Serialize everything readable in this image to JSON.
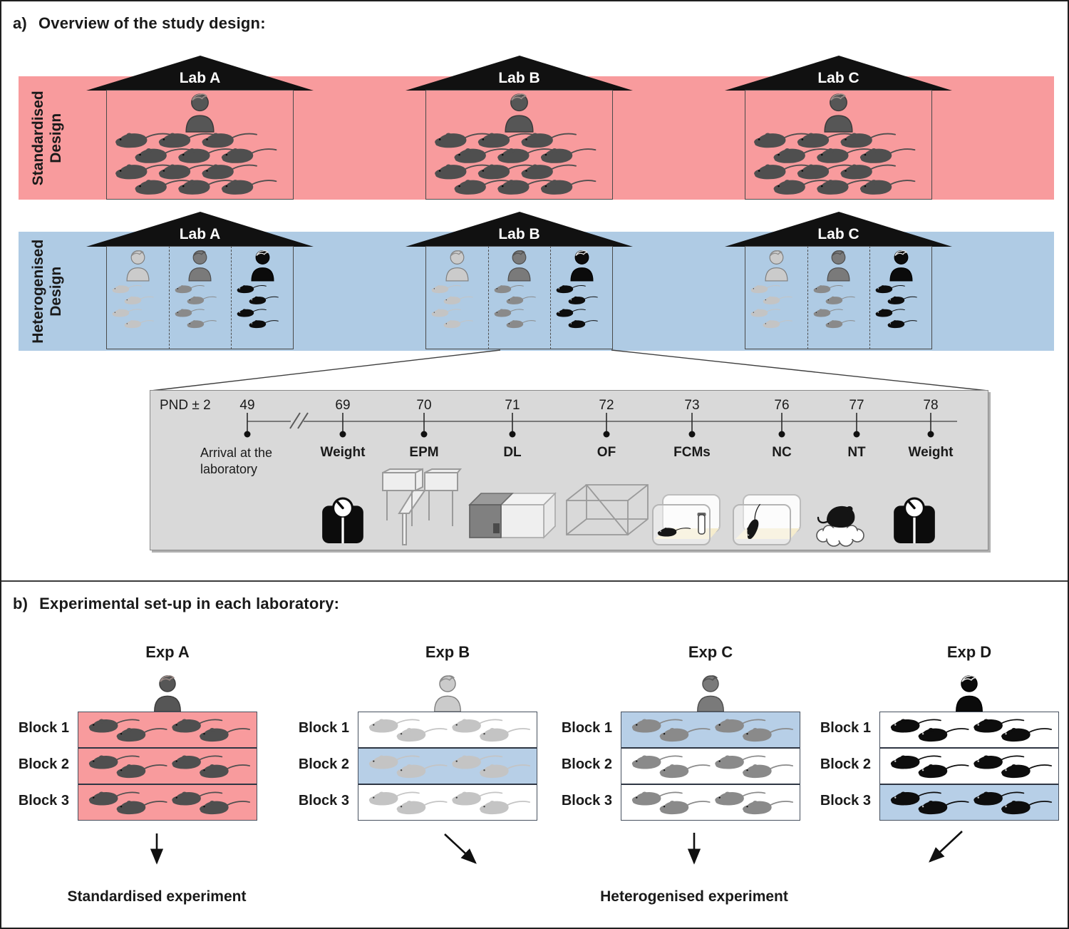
{
  "palette": {
    "standardised_band": "#F89B9D",
    "heterogenised_band": "#AFCBE4",
    "block_highlight_blue": "#B7CFE7",
    "timeline_box_grey": "#D9D9D9",
    "mouse_dark_grey": "#4F4F4F",
    "mouse_medium_grey": "#8A8A8A",
    "mouse_light_grey": "#C4C4C4",
    "mouse_black": "#0D0D0D"
  },
  "section_a": {
    "label": "a)",
    "title": "Overview of the study design:",
    "standardised_design_label": "Standardised\nDesign",
    "heterogenised_design_label": "Heterogenised\nDesign",
    "standardised_labs": [
      {
        "name": "Lab A",
        "experimenters": 1,
        "mice": 12
      },
      {
        "name": "Lab B",
        "experimenters": 1,
        "mice": 12
      },
      {
        "name": "Lab C",
        "experimenters": 1,
        "mice": 12
      }
    ],
    "heterogenised_labs": [
      {
        "name": "Lab A",
        "experimenters": 3,
        "mice_per_compartment": 4
      },
      {
        "name": "Lab B",
        "experimenters": 3,
        "mice_per_compartment": 4
      },
      {
        "name": "Lab C",
        "experimenters": 3,
        "mice_per_compartment": 4
      }
    ]
  },
  "timeline": {
    "pnd_label": "PND ± 2",
    "ticks": [
      {
        "day": "49",
        "label": "Arrival at the\nlaboratory"
      },
      {
        "day": "69",
        "label": "Weight"
      },
      {
        "day": "70",
        "label": "EPM"
      },
      {
        "day": "71",
        "label": "DL"
      },
      {
        "day": "72",
        "label": "OF"
      },
      {
        "day": "73",
        "label": "FCMs"
      },
      {
        "day": "76",
        "label": "NC"
      },
      {
        "day": "77",
        "label": "NT"
      },
      {
        "day": "78",
        "label": "Weight"
      }
    ],
    "icons": [
      "weight-scale",
      "elevated-plus-maze",
      "dark-light-box",
      "open-field",
      "fcm-sampling-cage",
      "nest-cage",
      "nest-with-mouse",
      "weight-scale"
    ]
  },
  "section_b": {
    "label": "b)",
    "title": "Experimental set-up in each laboratory:",
    "block_labels": [
      "Block 1",
      "Block 2",
      "Block 3"
    ],
    "experiments": [
      {
        "name": "Exp A",
        "mouse_color": "dark-grey",
        "blocks": [
          "pink",
          "pink",
          "pink"
        ]
      },
      {
        "name": "Exp B",
        "mouse_color": "light-grey",
        "blocks": [
          "white",
          "blue",
          "white"
        ]
      },
      {
        "name": "Exp C",
        "mouse_color": "medium-grey",
        "blocks": [
          "blue",
          "white",
          "white"
        ]
      },
      {
        "name": "Exp D",
        "mouse_color": "black",
        "blocks": [
          "white",
          "white",
          "blue"
        ]
      }
    ],
    "standardised_caption": "Standardised experiment",
    "heterogenised_caption": "Heterogenised experiment"
  }
}
